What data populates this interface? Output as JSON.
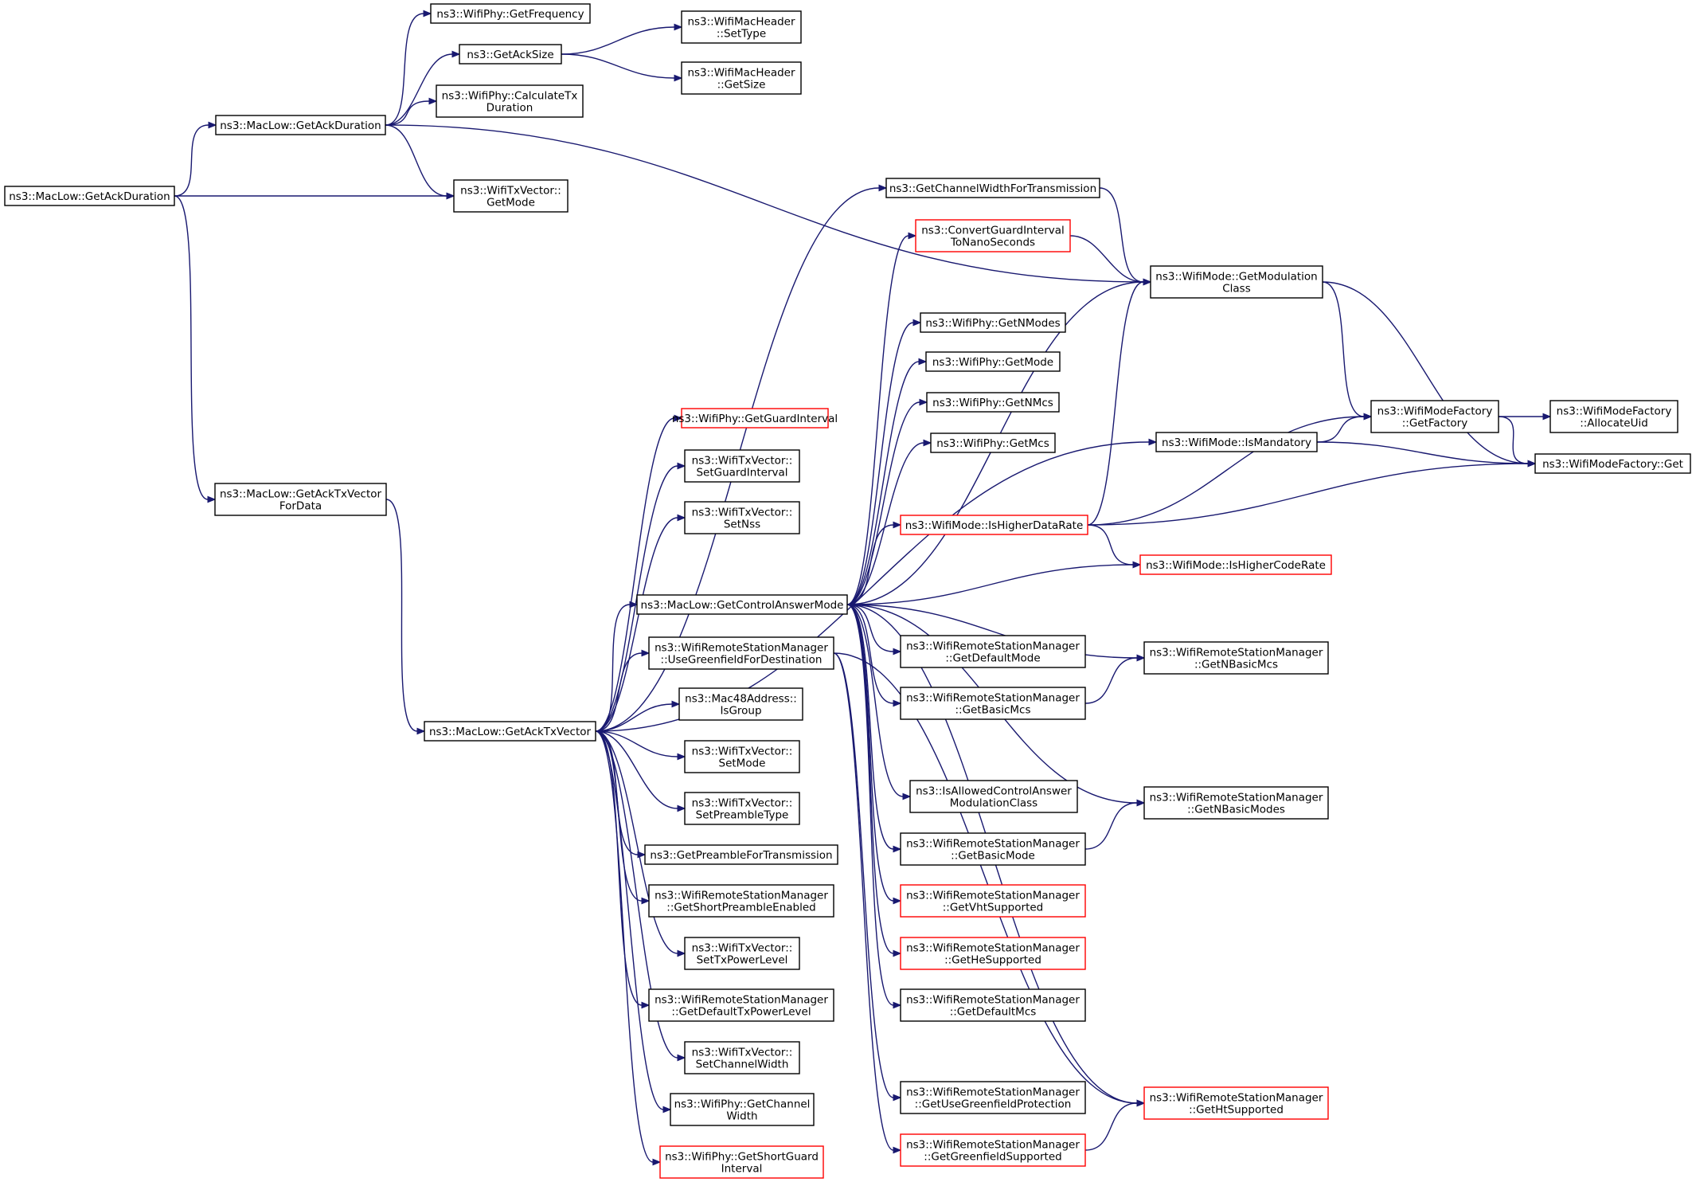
{
  "colors": {
    "edge": "#191970",
    "border_normal": "#000000",
    "border_truncated": "#ff0000",
    "root_fill": "#bfbfbf",
    "node_fill": "#ffffff"
  },
  "graph": {
    "root": "get-ack-duration-root",
    "nodes": [
      {
        "id": "get-ack-duration-root",
        "lines": [
          "ns3::MacLow::GetAckDuration"
        ],
        "style": "root"
      },
      {
        "id": "maclow-get-ack-duration",
        "lines": [
          "ns3::MacLow::GetAckDuration"
        ],
        "style": "normal"
      },
      {
        "id": "maclow-get-ack-tx-vector-for-data",
        "lines": [
          "ns3::MacLow::GetAckTxVector",
          "ForData"
        ],
        "style": "normal"
      },
      {
        "id": "wifiphy-get-frequency",
        "lines": [
          "ns3::WifiPhy::GetFrequency"
        ],
        "style": "normal"
      },
      {
        "id": "get-ack-size",
        "lines": [
          "ns3::GetAckSize"
        ],
        "style": "normal"
      },
      {
        "id": "wifiphy-calculate-tx-duration",
        "lines": [
          "ns3::WifiPhy::CalculateTx",
          "Duration"
        ],
        "style": "normal"
      },
      {
        "id": "wifitxvector-get-mode",
        "lines": [
          "ns3::WifiTxVector::",
          "GetMode"
        ],
        "style": "normal"
      },
      {
        "id": "wifimacheader-set-type",
        "lines": [
          "ns3::WifiMacHeader",
          "::SetType"
        ],
        "style": "normal"
      },
      {
        "id": "wifimacheader-get-size",
        "lines": [
          "ns3::WifiMacHeader",
          "::GetSize"
        ],
        "style": "normal"
      },
      {
        "id": "get-channel-width-for-transmission",
        "lines": [
          "ns3::GetChannelWidthForTransmission"
        ],
        "style": "normal"
      },
      {
        "id": "convert-guard-interval-to-nanoseconds",
        "lines": [
          "ns3::ConvertGuardInterval",
          "ToNanoSeconds"
        ],
        "style": "truncated"
      },
      {
        "id": "wifimode-get-modulation-class",
        "lines": [
          "ns3::WifiMode::GetModulation",
          "Class"
        ],
        "style": "normal"
      },
      {
        "id": "wifiphy-get-n-modes",
        "lines": [
          "ns3::WifiPhy::GetNModes"
        ],
        "style": "normal"
      },
      {
        "id": "wifiphy-get-mode",
        "lines": [
          "ns3::WifiPhy::GetMode"
        ],
        "style": "normal"
      },
      {
        "id": "wifiphy-get-n-mcs",
        "lines": [
          "ns3::WifiPhy::GetNMcs"
        ],
        "style": "normal"
      },
      {
        "id": "wifiphy-get-mcs",
        "lines": [
          "ns3::WifiPhy::GetMcs"
        ],
        "style": "normal"
      },
      {
        "id": "wifiphy-get-guard-interval",
        "lines": [
          "ns3::WifiPhy::GetGuardInterval"
        ],
        "style": "truncated"
      },
      {
        "id": "wifitxvector-set-guard-interval",
        "lines": [
          "ns3::WifiTxVector::",
          "SetGuardInterval"
        ],
        "style": "normal"
      },
      {
        "id": "wifitxvector-set-nss",
        "lines": [
          "ns3::WifiTxVector::",
          "SetNss"
        ],
        "style": "normal"
      },
      {
        "id": "maclow-get-control-answer-mode",
        "lines": [
          "ns3::MacLow::GetControlAnswerMode"
        ],
        "style": "normal"
      },
      {
        "id": "wrsm-use-greenfield-for-destination",
        "lines": [
          "ns3::WifiRemoteStationManager",
          "::UseGreenfieldForDestination"
        ],
        "style": "normal"
      },
      {
        "id": "maclow-get-ack-tx-vector",
        "lines": [
          "ns3::MacLow::GetAckTxVector"
        ],
        "style": "normal"
      },
      {
        "id": "mac48address-is-group",
        "lines": [
          "ns3::Mac48Address::",
          "IsGroup"
        ],
        "style": "normal"
      },
      {
        "id": "wifitxvector-set-mode",
        "lines": [
          "ns3::WifiTxVector::",
          "SetMode"
        ],
        "style": "normal"
      },
      {
        "id": "wifitxvector-set-preamble-type",
        "lines": [
          "ns3::WifiTxVector::",
          "SetPreambleType"
        ],
        "style": "normal"
      },
      {
        "id": "get-preamble-for-transmission",
        "lines": [
          "ns3::GetPreambleForTransmission"
        ],
        "style": "normal"
      },
      {
        "id": "wrsm-get-short-preamble-enabled",
        "lines": [
          "ns3::WifiRemoteStationManager",
          "::GetShortPreambleEnabled"
        ],
        "style": "normal"
      },
      {
        "id": "wifitxvector-set-tx-power-level",
        "lines": [
          "ns3::WifiTxVector::",
          "SetTxPowerLevel"
        ],
        "style": "normal"
      },
      {
        "id": "wrsm-get-default-tx-power-level",
        "lines": [
          "ns3::WifiRemoteStationManager",
          "::GetDefaultTxPowerLevel"
        ],
        "style": "normal"
      },
      {
        "id": "wifitxvector-set-channel-width",
        "lines": [
          "ns3::WifiTxVector::",
          "SetChannelWidth"
        ],
        "style": "normal"
      },
      {
        "id": "wifiphy-get-channel-width",
        "lines": [
          "ns3::WifiPhy::GetChannel",
          "Width"
        ],
        "style": "normal"
      },
      {
        "id": "wifiphy-get-short-guard-interval",
        "lines": [
          "ns3::WifiPhy::GetShortGuard",
          "Interval"
        ],
        "style": "truncated"
      },
      {
        "id": "wifimode-is-mandatory",
        "lines": [
          "ns3::WifiMode::IsMandatory"
        ],
        "style": "normal"
      },
      {
        "id": "wifimode-is-higher-data-rate",
        "lines": [
          "ns3::WifiMode::IsHigherDataRate"
        ],
        "style": "truncated"
      },
      {
        "id": "wifimode-is-higher-code-rate",
        "lines": [
          "ns3::WifiMode::IsHigherCodeRate"
        ],
        "style": "truncated"
      },
      {
        "id": "wifimodefactory-get-factory",
        "lines": [
          "ns3::WifiModeFactory",
          "::GetFactory"
        ],
        "style": "normal"
      },
      {
        "id": "wifimodefactory-allocate-uid",
        "lines": [
          "ns3::WifiModeFactory",
          "::AllocateUid"
        ],
        "style": "normal"
      },
      {
        "id": "wifimodefactory-get",
        "lines": [
          "ns3::WifiModeFactory::Get"
        ],
        "style": "normal"
      },
      {
        "id": "wrsm-get-default-mode",
        "lines": [
          "ns3::WifiRemoteStationManager",
          "::GetDefaultMode"
        ],
        "style": "normal"
      },
      {
        "id": "wrsm-get-n-basic-mcs",
        "lines": [
          "ns3::WifiRemoteStationManager",
          "::GetNBasicMcs"
        ],
        "style": "normal"
      },
      {
        "id": "wrsm-get-basic-mcs",
        "lines": [
          "ns3::WifiRemoteStationManager",
          "::GetBasicMcs"
        ],
        "style": "normal"
      },
      {
        "id": "is-allowed-control-answer-modulation-class",
        "lines": [
          "ns3::IsAllowedControlAnswer",
          "ModulationClass"
        ],
        "style": "normal"
      },
      {
        "id": "wrsm-get-n-basic-modes",
        "lines": [
          "ns3::WifiRemoteStationManager",
          "::GetNBasicModes"
        ],
        "style": "normal"
      },
      {
        "id": "wrsm-get-basic-mode",
        "lines": [
          "ns3::WifiRemoteStationManager",
          "::GetBasicMode"
        ],
        "style": "normal"
      },
      {
        "id": "wrsm-get-vht-supported",
        "lines": [
          "ns3::WifiRemoteStationManager",
          "::GetVhtSupported"
        ],
        "style": "truncated"
      },
      {
        "id": "wrsm-get-he-supported",
        "lines": [
          "ns3::WifiRemoteStationManager",
          "::GetHeSupported"
        ],
        "style": "truncated"
      },
      {
        "id": "wrsm-get-default-mcs",
        "lines": [
          "ns3::WifiRemoteStationManager",
          "::GetDefaultMcs"
        ],
        "style": "normal"
      },
      {
        "id": "wrsm-get-use-greenfield-protection",
        "lines": [
          "ns3::WifiRemoteStationManager",
          "::GetUseGreenfieldProtection"
        ],
        "style": "normal"
      },
      {
        "id": "wrsm-get-ht-supported",
        "lines": [
          "ns3::WifiRemoteStationManager",
          "::GetHtSupported"
        ],
        "style": "truncated"
      },
      {
        "id": "wrsm-get-greenfield-supported",
        "lines": [
          "ns3::WifiRemoteStationManager",
          "::GetGreenfieldSupported"
        ],
        "style": "truncated"
      }
    ],
    "edges": [
      [
        "get-ack-duration-root",
        "maclow-get-ack-duration"
      ],
      [
        "get-ack-duration-root",
        "wifitxvector-get-mode"
      ],
      [
        "get-ack-duration-root",
        "maclow-get-ack-tx-vector-for-data"
      ],
      [
        "maclow-get-ack-duration",
        "wifiphy-get-frequency"
      ],
      [
        "maclow-get-ack-duration",
        "get-ack-size"
      ],
      [
        "maclow-get-ack-duration",
        "wifiphy-calculate-tx-duration"
      ],
      [
        "maclow-get-ack-duration",
        "wifitxvector-get-mode"
      ],
      [
        "maclow-get-ack-duration",
        "wifimode-get-modulation-class"
      ],
      [
        "get-ack-size",
        "wifimacheader-set-type"
      ],
      [
        "get-ack-size",
        "wifimacheader-get-size"
      ],
      [
        "maclow-get-ack-tx-vector-for-data",
        "maclow-get-ack-tx-vector"
      ],
      [
        "maclow-get-ack-tx-vector",
        "get-channel-width-for-transmission"
      ],
      [
        "maclow-get-ack-tx-vector",
        "wifiphy-get-guard-interval"
      ],
      [
        "maclow-get-ack-tx-vector",
        "wifitxvector-set-guard-interval"
      ],
      [
        "maclow-get-ack-tx-vector",
        "wifitxvector-set-nss"
      ],
      [
        "maclow-get-ack-tx-vector",
        "wifimode-is-mandatory"
      ],
      [
        "maclow-get-ack-tx-vector",
        "maclow-get-control-answer-mode"
      ],
      [
        "maclow-get-ack-tx-vector",
        "wrsm-use-greenfield-for-destination"
      ],
      [
        "maclow-get-ack-tx-vector",
        "mac48address-is-group"
      ],
      [
        "maclow-get-ack-tx-vector",
        "wifitxvector-set-mode"
      ],
      [
        "maclow-get-ack-tx-vector",
        "wifitxvector-set-preamble-type"
      ],
      [
        "maclow-get-ack-tx-vector",
        "get-preamble-for-transmission"
      ],
      [
        "maclow-get-ack-tx-vector",
        "wrsm-get-short-preamble-enabled"
      ],
      [
        "maclow-get-ack-tx-vector",
        "wifitxvector-set-tx-power-level"
      ],
      [
        "maclow-get-ack-tx-vector",
        "wrsm-get-default-tx-power-level"
      ],
      [
        "maclow-get-ack-tx-vector",
        "wifitxvector-set-channel-width"
      ],
      [
        "maclow-get-ack-tx-vector",
        "wifiphy-get-channel-width"
      ],
      [
        "maclow-get-ack-tx-vector",
        "wifiphy-get-short-guard-interval"
      ],
      [
        "get-channel-width-for-transmission",
        "wifimode-get-modulation-class"
      ],
      [
        "convert-guard-interval-to-nanoseconds",
        "wifimode-get-modulation-class"
      ],
      [
        "wifimode-get-modulation-class",
        "wifimodefactory-get-factory"
      ],
      [
        "wifimode-get-modulation-class",
        "wifimodefactory-get"
      ],
      [
        "wifimodefactory-get-factory",
        "wifimodefactory-allocate-uid"
      ],
      [
        "wifimodefactory-get-factory",
        "wifimodefactory-get"
      ],
      [
        "wifimode-is-mandatory",
        "wifimodefactory-get-factory"
      ],
      [
        "wifimode-is-mandatory",
        "wifimodefactory-get"
      ],
      [
        "wifimode-is-higher-data-rate",
        "wifimode-get-modulation-class"
      ],
      [
        "wifimode-is-higher-data-rate",
        "wifimodefactory-get-factory"
      ],
      [
        "wifimode-is-higher-data-rate",
        "wifimodefactory-get"
      ],
      [
        "wifimode-is-higher-data-rate",
        "wifimode-is-higher-code-rate"
      ],
      [
        "maclow-get-control-answer-mode",
        "convert-guard-interval-to-nanoseconds"
      ],
      [
        "maclow-get-control-answer-mode",
        "wifimode-get-modulation-class"
      ],
      [
        "maclow-get-control-answer-mode",
        "wifiphy-get-n-modes"
      ],
      [
        "maclow-get-control-answer-mode",
        "wifiphy-get-mode"
      ],
      [
        "maclow-get-control-answer-mode",
        "wifiphy-get-n-mcs"
      ],
      [
        "maclow-get-control-answer-mode",
        "wifiphy-get-mcs"
      ],
      [
        "maclow-get-control-answer-mode",
        "wifimode-is-higher-data-rate"
      ],
      [
        "maclow-get-control-answer-mode",
        "wifimode-is-higher-code-rate"
      ],
      [
        "maclow-get-control-answer-mode",
        "wrsm-get-default-mode"
      ],
      [
        "maclow-get-control-answer-mode",
        "wrsm-get-n-basic-mcs"
      ],
      [
        "maclow-get-control-answer-mode",
        "wrsm-get-basic-mcs"
      ],
      [
        "maclow-get-control-answer-mode",
        "is-allowed-control-answer-modulation-class"
      ],
      [
        "maclow-get-control-answer-mode",
        "wrsm-get-n-basic-modes"
      ],
      [
        "maclow-get-control-answer-mode",
        "wrsm-get-basic-mode"
      ],
      [
        "maclow-get-control-answer-mode",
        "wrsm-get-vht-supported"
      ],
      [
        "maclow-get-control-answer-mode",
        "wrsm-get-he-supported"
      ],
      [
        "maclow-get-control-answer-mode",
        "wrsm-get-default-mcs"
      ],
      [
        "maclow-get-control-answer-mode",
        "wrsm-get-ht-supported"
      ],
      [
        "wrsm-get-basic-mcs",
        "wrsm-get-n-basic-mcs"
      ],
      [
        "wrsm-get-basic-mode",
        "wrsm-get-n-basic-modes"
      ],
      [
        "wrsm-use-greenfield-for-destination",
        "wrsm-get-use-greenfield-protection"
      ],
      [
        "wrsm-use-greenfield-for-destination",
        "wrsm-get-greenfield-supported"
      ],
      [
        "wrsm-use-greenfield-for-destination",
        "wrsm-get-ht-supported"
      ],
      [
        "wrsm-get-greenfield-supported",
        "wrsm-get-ht-supported"
      ]
    ]
  }
}
